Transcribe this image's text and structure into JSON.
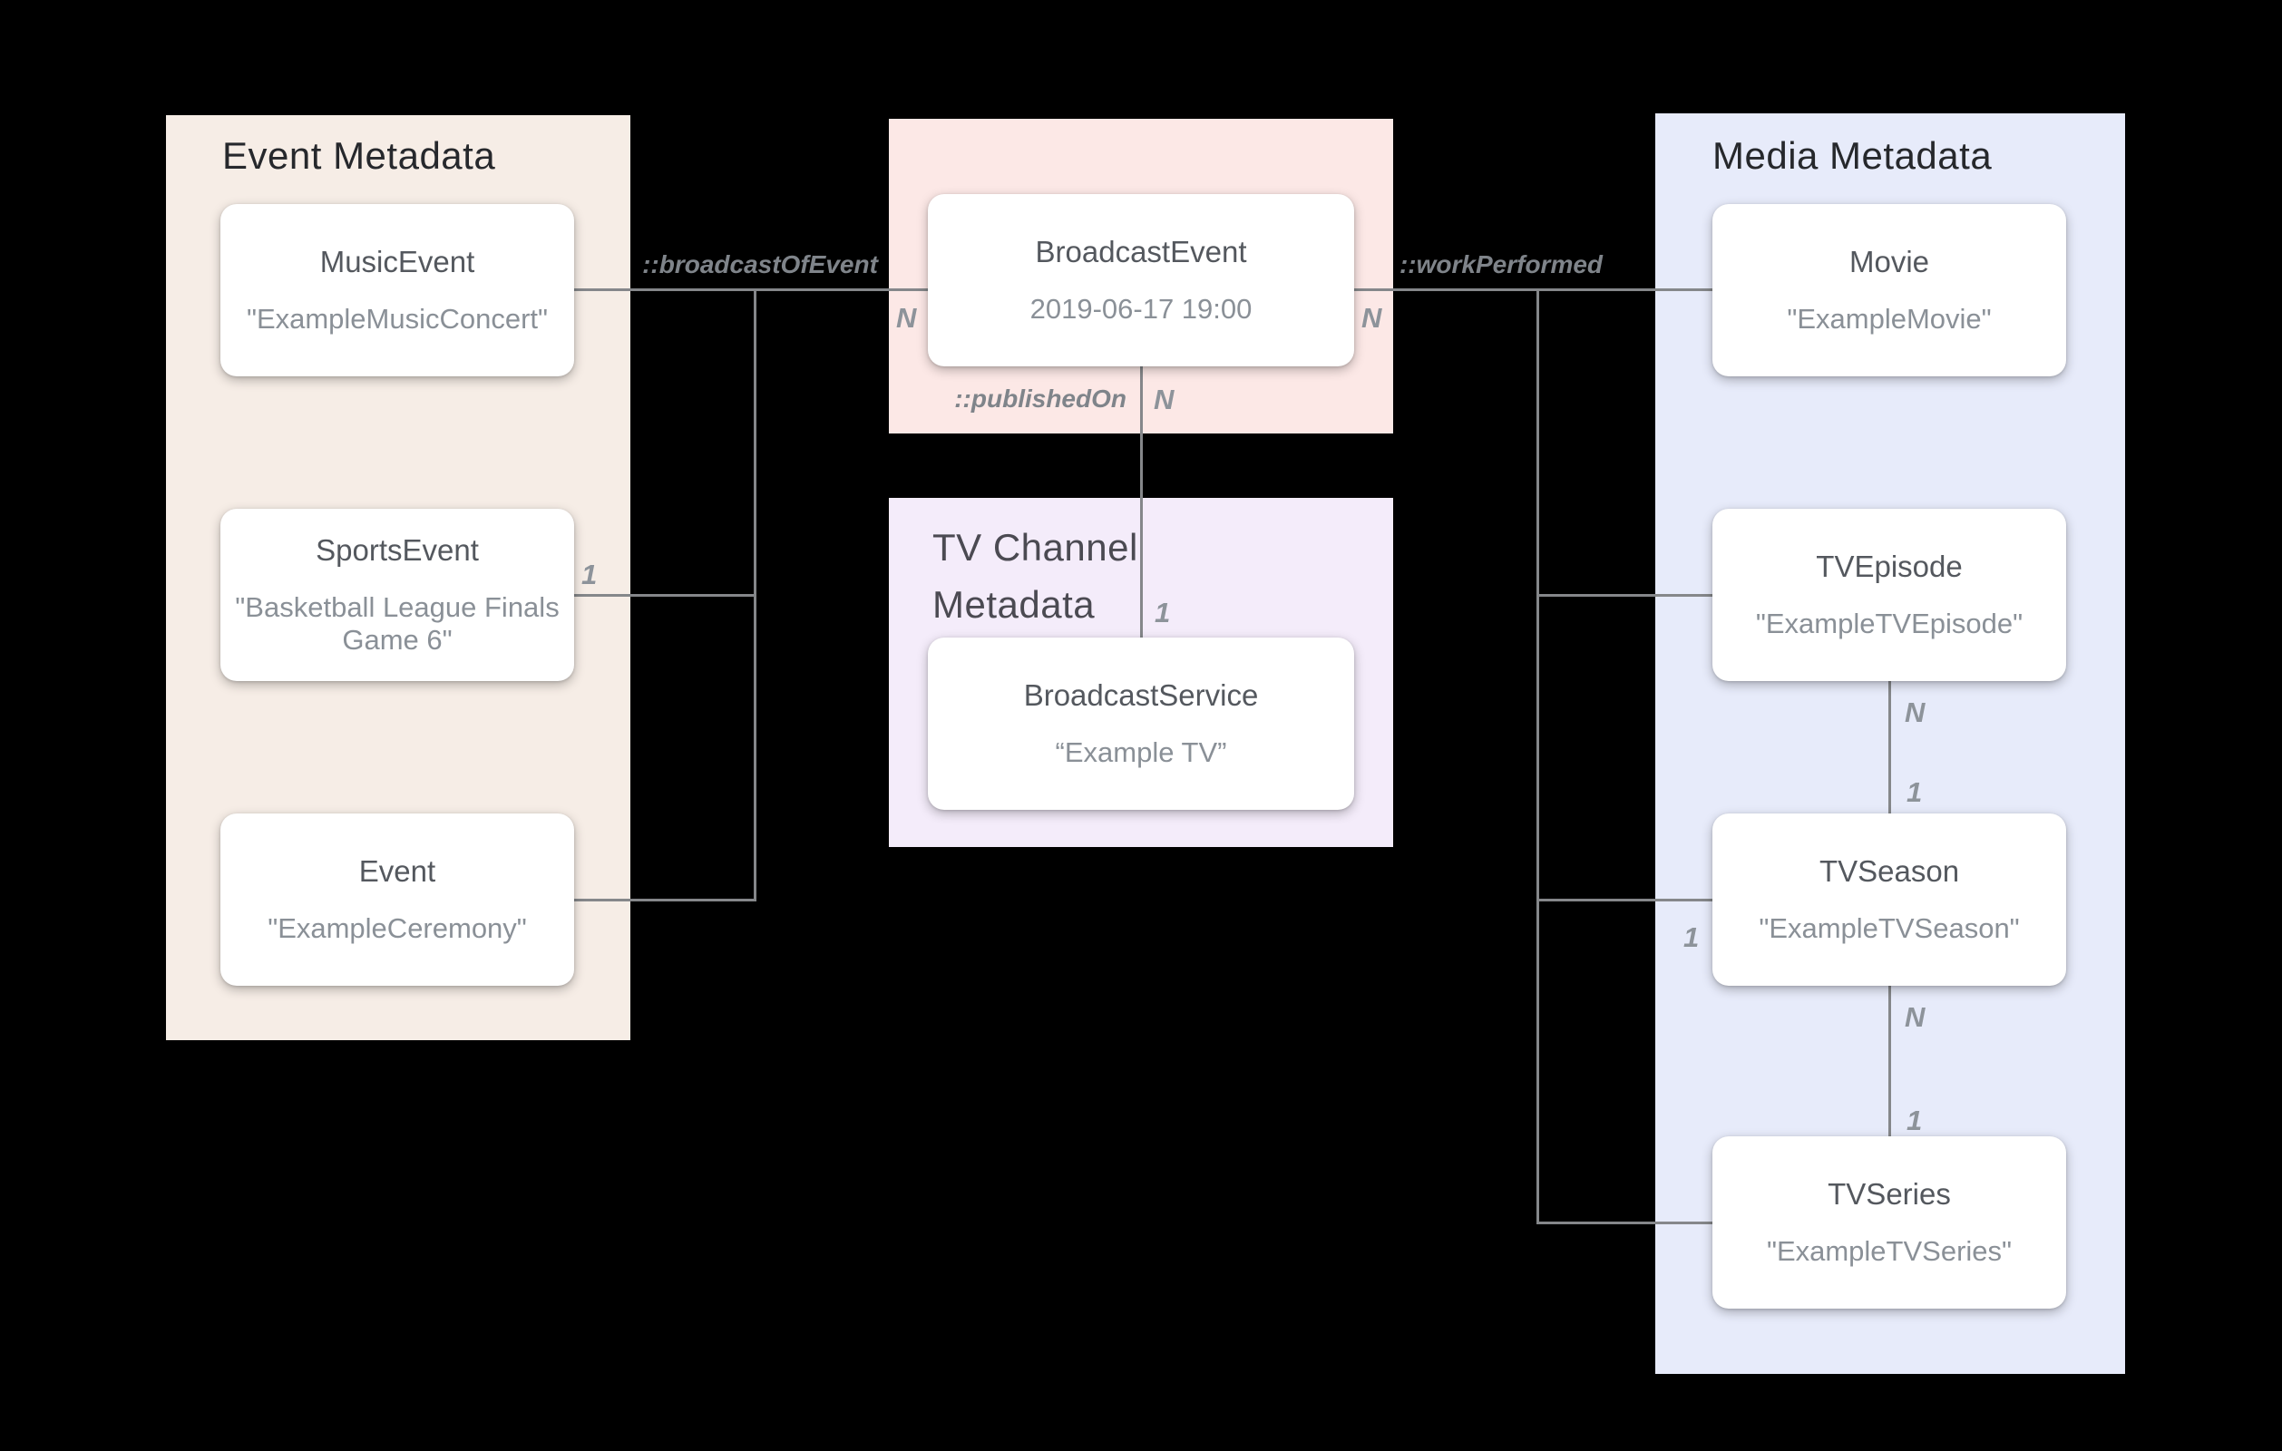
{
  "colors": {
    "background": "#000000",
    "event_panel": "#f6ede6",
    "broadcast_panel": "#fce8e6",
    "tv_channel_panel": "#f4ecfa",
    "media_panel": "#e7ebfa",
    "card_background": "#ffffff",
    "heading_dark": "#26282c",
    "heading_muted": "#4b4a52",
    "card_title": "#54585e",
    "card_subtitle": "#8a9097",
    "connector_line": "#85878a",
    "relationship_label": "#7f848a",
    "cardinality_label": "#8d939a"
  },
  "panels": {
    "event": {
      "title": "Event Metadata"
    },
    "tv_channel": {
      "title": "TV Channel\nMetadata"
    },
    "media": {
      "title": "Media Metadata"
    }
  },
  "cards": {
    "music_event": {
      "title": "MusicEvent",
      "subtitle": "\"ExampleMusicConcert\""
    },
    "sports_event": {
      "title": "SportsEvent",
      "subtitle": "\"Basketball League Finals\nGame 6\""
    },
    "event": {
      "title": "Event",
      "subtitle": "\"ExampleCeremony\""
    },
    "broadcast_event": {
      "title": "BroadcastEvent",
      "subtitle": "2019-06-17 19:00"
    },
    "broadcast_service": {
      "title": "BroadcastService",
      "subtitle": "“Example TV”"
    },
    "movie": {
      "title": "Movie",
      "subtitle": "\"ExampleMovie\""
    },
    "tv_episode": {
      "title": "TVEpisode",
      "subtitle": "\"ExampleTVEpisode\""
    },
    "tv_season": {
      "title": "TVSeason",
      "subtitle": "\"ExampleTVSeason\""
    },
    "tv_series": {
      "title": "TVSeries",
      "subtitle": "\"ExampleTVSeries\""
    }
  },
  "relationships": {
    "broadcast_of_event": "::broadcastOfEvent",
    "work_performed": "::workPerformed",
    "published_on": "::publishedOn"
  },
  "cardinalities": {
    "broadcast_event_left": "N",
    "broadcast_event_right": "N",
    "published_on_source": "N",
    "published_on_target": "1",
    "sports_event": "1",
    "tv_season_left": "1",
    "episode_to_season_many": "N",
    "episode_to_season_one": "1",
    "season_to_series_many": "N",
    "season_to_series_one": "1"
  }
}
